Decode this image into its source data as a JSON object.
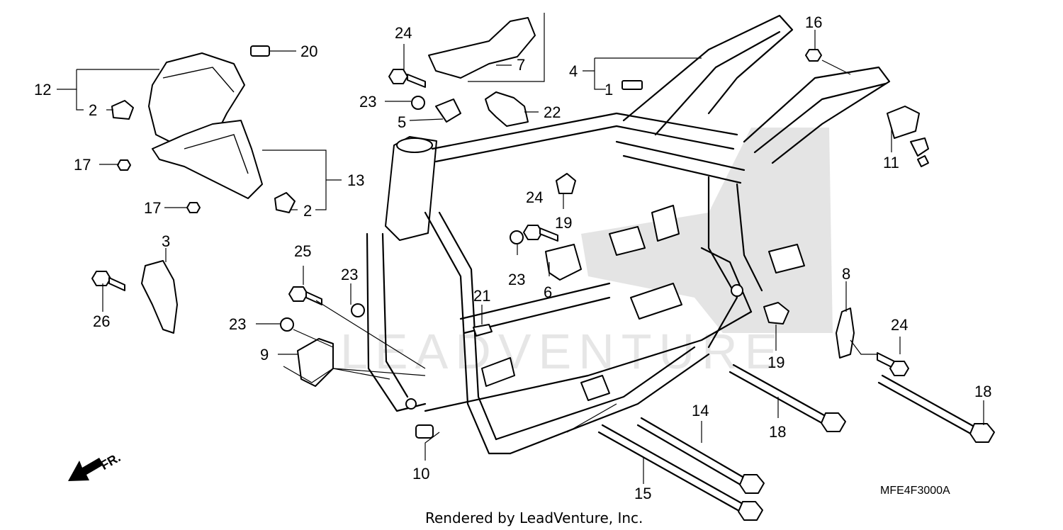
{
  "diagram": {
    "code": "MFE4F3000A",
    "credit": "Rendered by LeadVenture, Inc.",
    "watermark": "LEADVENTURE",
    "front_label": "FR.",
    "callouts": {
      "c1": "1",
      "c2a": "2",
      "c2b": "2",
      "c3": "3",
      "c4": "4",
      "c5": "5",
      "c6": "6",
      "c7": "7",
      "c8": "8",
      "c9": "9",
      "c10": "10",
      "c11": "11",
      "c12": "12",
      "c13": "13",
      "c14": "14",
      "c15": "15",
      "c16": "16",
      "c17a": "17",
      "c17b": "17",
      "c18a": "18",
      "c18b": "18",
      "c19a": "19",
      "c19b": "19",
      "c20": "20",
      "c21": "21",
      "c22": "22",
      "c23a": "23",
      "c23b": "23",
      "c23c": "23",
      "c23d": "23",
      "c24a": "24",
      "c24b": "24",
      "c24c": "24",
      "c25": "25",
      "c26": "26"
    }
  }
}
